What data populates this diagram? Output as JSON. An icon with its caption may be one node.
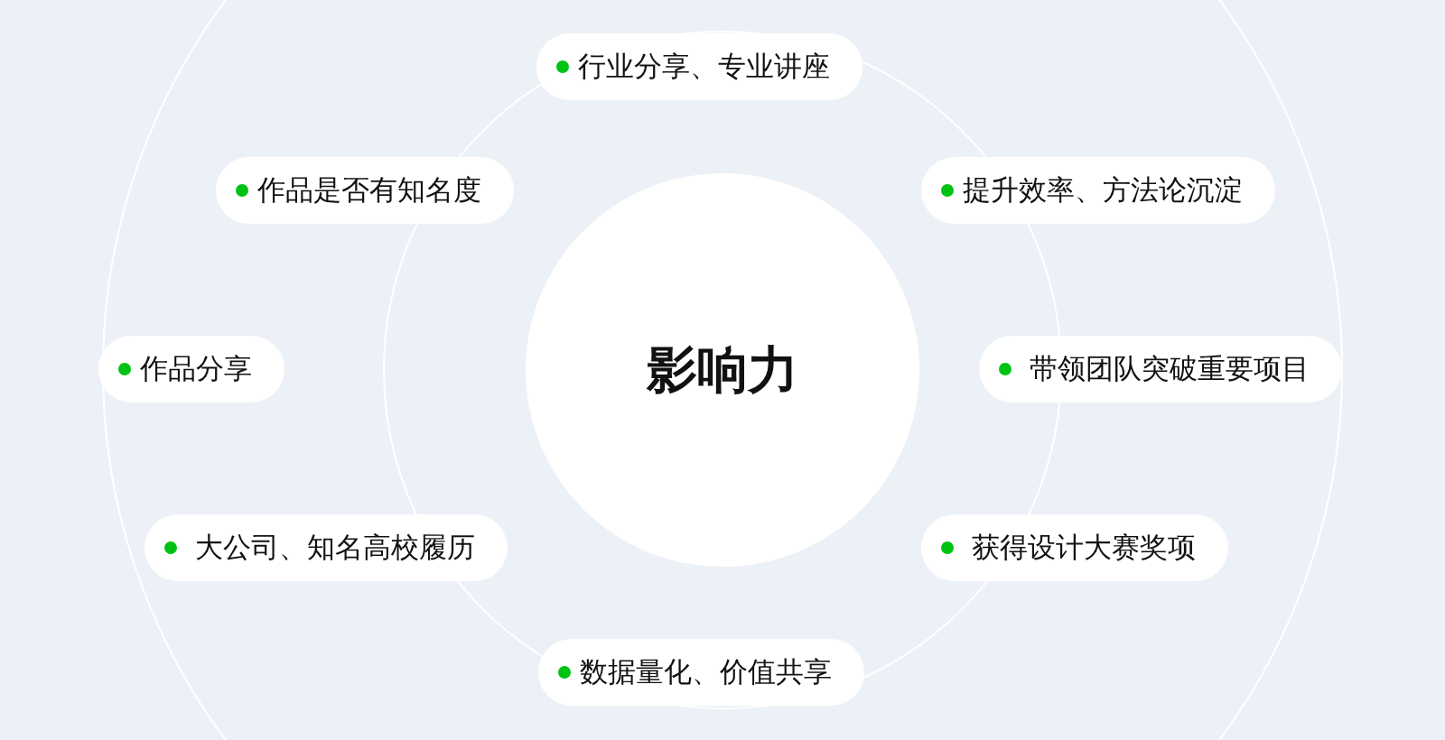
{
  "diagram": {
    "nodes": [
      {
        "text": [
          "行业分享、专业讲座"
        ]
      },
      {
        "text": [
          "作品是否有知名度"
        ]
      },
      {
        "text": [
          "提升效率、方法论沉淀"
        ]
      },
      {
        "text": [
          "作品分享"
        ]
      },
      {
        "text": [
          "影响力"
        ]
      },
      {
        "text": [
          "带领团队突破重要项目"
        ]
      },
      {
        "text": [
          "大公司、知名高校履历"
        ]
      },
      {
        "text": [
          "获得设计大赛奖项"
        ]
      },
      {
        "text": [
          "数据量化、价值共享"
        ]
      }
    ]
  }
}
